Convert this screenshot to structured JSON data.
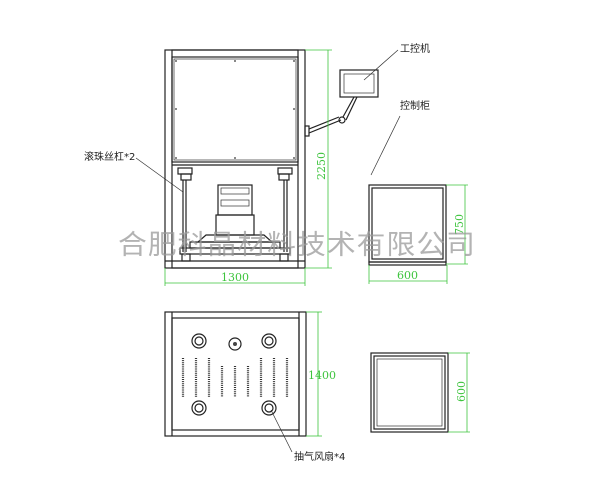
{
  "labels": {
    "control_pc": "工控机",
    "control_cabinet": "控制柜",
    "ball_screw": "滚珠丝杠*2",
    "exhaust_fan": "抽气风扇*4"
  },
  "dimensions": {
    "front_height": "2250",
    "front_width": "1300",
    "base_depth": "1400",
    "cabinet_height": "750",
    "cabinet_width": "600",
    "cabinet_depth": "600"
  },
  "watermark": "合肥科晶材料技术有限公司",
  "colors": {
    "dimension": "#3ec43e",
    "line": "#222222"
  }
}
